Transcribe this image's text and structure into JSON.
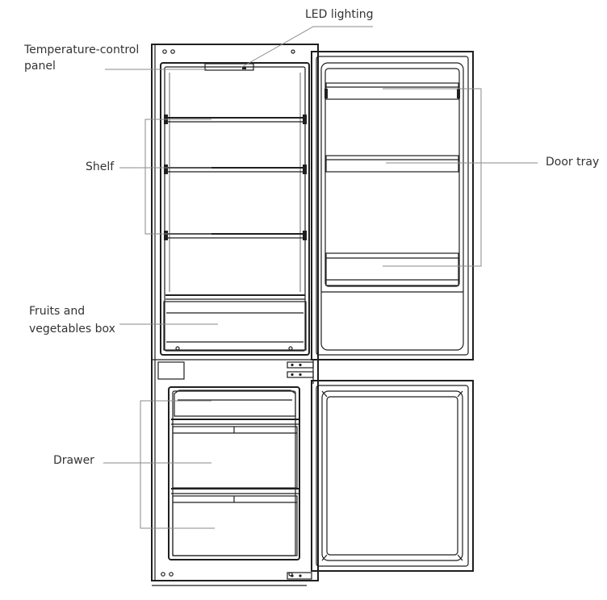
{
  "labels": {
    "led_lighting": "LED lighting",
    "temp_control_line1": "Temperature-control",
    "temp_control_line2": "panel",
    "shelf": "Shelf",
    "door_tray": "Door tray",
    "fruits_line1": "Fruits and",
    "fruits_line2": "vegetables box",
    "drawer": "Drawer"
  }
}
